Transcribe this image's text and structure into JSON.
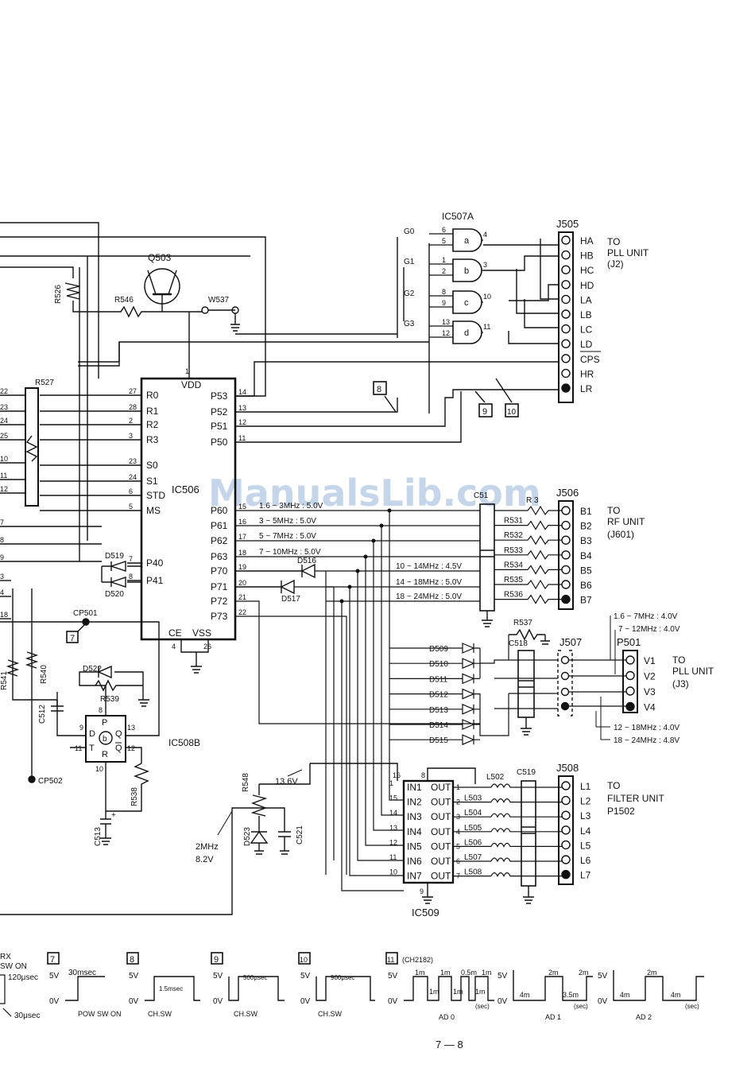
{
  "watermark": "ManualsLib.com",
  "page_number": "7 — 8",
  "ic506": {
    "name": "IC506",
    "left_pins": [
      "R0",
      "R1",
      "R2",
      "R3",
      "S0",
      "S1",
      "STD",
      "MS",
      "P40",
      "P41"
    ],
    "left_nums": [
      "27",
      "28",
      "2",
      "3",
      "23",
      "24",
      "6",
      "5",
      "7",
      "8"
    ],
    "right_pins": [
      "P53",
      "P52",
      "P51",
      "P50",
      "P60",
      "P61",
      "P62",
      "P63",
      "P70",
      "P71",
      "P72",
      "P73"
    ],
    "right_nums": [
      "14",
      "13",
      "12",
      "11",
      "15",
      "16",
      "17",
      "18",
      "19",
      "20",
      "21",
      "22"
    ],
    "top": "VDD",
    "top_num": "1",
    "bottom_left": "CE",
    "bottom_right": "VSS",
    "bottom_nums": [
      "4",
      "26"
    ]
  },
  "left_edge_numbers": [
    "22",
    "23",
    "24",
    "25",
    "10",
    "11",
    "12",
    "7",
    "8",
    "9",
    "3",
    "4",
    "18"
  ],
  "q503": "Q503",
  "parts": {
    "r526": "R526",
    "r546": "R546",
    "w537": "W537",
    "r527": "R527",
    "d519": "D519",
    "d520": "D520",
    "cp501": "CP501",
    "cp502": "CP502",
    "d522": "D522",
    "r539": "R539",
    "r541": "R541",
    "r540": "R540",
    "c512": "C512",
    "r538": "R538",
    "c513": "C513",
    "ic508b": "IC508B",
    "c51": "C51",
    "r3": "R 3",
    "r537": "R537",
    "c518": "C518",
    "d516": "D516",
    "d517": "D517",
    "r548": "R548",
    "d523": "D523",
    "c521": "C521",
    "c519": "C519",
    "l502": "L502",
    "ic509": "IC509",
    "ff_p": "P",
    "ff_r": "R",
    "ff_d": "D",
    "ff_t": "T",
    "ff_q": "Q",
    "ff_qbar": "Q",
    "ff_b": "b",
    "ff_pins": [
      "8",
      "9",
      "11",
      "13",
      "12",
      "10"
    ]
  },
  "ic507a": {
    "name": "IC507A",
    "gates": [
      "a",
      "b",
      "c",
      "d"
    ],
    "inputs": [
      "G0",
      "G1",
      "G2",
      "G3"
    ],
    "pin_in": [
      [
        "6",
        "5"
      ],
      [
        "1",
        "2"
      ],
      [
        "8",
        "9"
      ],
      [
        "13",
        "12"
      ]
    ],
    "pin_out": [
      "4",
      "3",
      "10",
      "11"
    ]
  },
  "j505": {
    "name": "J505",
    "pins": [
      "HA",
      "HB",
      "HC",
      "HD",
      "LA",
      "LB",
      "LC",
      "LD",
      "CPS",
      "HR",
      "LR"
    ],
    "dest": [
      "TO",
      "PLL UNIT",
      "(J2)"
    ]
  },
  "j506": {
    "name": "J506",
    "pins": [
      "B1",
      "B2",
      "B3",
      "B4",
      "B5",
      "B6",
      "B7"
    ],
    "resistors": [
      "R531",
      "R532",
      "R533",
      "R534",
      "R535",
      "R536"
    ],
    "dest": [
      "TO",
      "RF UNIT",
      "(J601)"
    ]
  },
  "band_labels": [
    "1.6 ~ 3MHz : 5.0V",
    "3 ~ 5MHz : 5.0V",
    "5 ~ 7MHz : 5.0V",
    "7 ~ 10MHz : 5.0V",
    "10 ~ 14MHz : 4.5V",
    "14 ~ 18MHz : 5.0V",
    "18 ~ 24MHz : 5.0V"
  ],
  "diodes_mid": [
    "D509",
    "D510",
    "D511",
    "D512",
    "D513",
    "D514",
    "D515"
  ],
  "j507": "J507",
  "p501": {
    "name": "P501",
    "pins": [
      "V1",
      "V2",
      "V3",
      "V4"
    ],
    "dest": [
      "TO",
      "PLL UNIT",
      "(J3)"
    ]
  },
  "p501_notes": [
    "1.6 ~ 7MHz : 4.0V",
    "7 ~ 12MHz : 4.0V",
    "12 ~ 18MHz : 4.0V",
    "18 ~ 24MHz : 4.8V"
  ],
  "ic509": {
    "in": [
      "IN1",
      "IN2",
      "IN3",
      "IN4",
      "IN5",
      "IN6",
      "IN7"
    ],
    "out": [
      "OUT",
      "OUT",
      "OUT",
      "OUT",
      "OUT",
      "OUT",
      "OUT"
    ],
    "in_nums": [
      "1",
      "15",
      "14",
      "13",
      "12",
      "11",
      "10"
    ],
    "out_nums": [
      "1",
      "2",
      "3",
      "4",
      "5",
      "6",
      "7"
    ],
    "top_nums": [
      "16",
      "8"
    ],
    "bottom_num": "9"
  },
  "inductors": [
    "L503",
    "L504",
    "L505",
    "L506",
    "L507",
    "L508"
  ],
  "j508": {
    "name": "J508",
    "pins": [
      "L1",
      "L2",
      "L3",
      "L4",
      "L5",
      "L6",
      "L7"
    ],
    "dest": [
      "TO",
      "FILTER UNIT",
      "P1502"
    ]
  },
  "voltages": {
    "v136": "13.6V",
    "v2mhz": "2MHz",
    "v82": "8.2V"
  },
  "markers": [
    "7",
    "8",
    "9",
    "10"
  ],
  "waveforms": {
    "rx": [
      "RX",
      "SW ON",
      "120μsec",
      "30μsec"
    ],
    "w7": {
      "box": "7",
      "v5": "5V",
      "v0": "0V",
      "t": "30msec",
      "caption": "POW SW ON"
    },
    "w8": {
      "box": "8",
      "v5": "5V",
      "v0": "0V",
      "t": "1.5msec",
      "caption": "CH.SW"
    },
    "w9": {
      "box": "9",
      "v5": "5V",
      "v0": "0V",
      "t": "500μsec",
      "caption": "CH.SW"
    },
    "w10": {
      "box": "10",
      "v5": "5V",
      "v0": "0V",
      "t": "900μsec",
      "caption": "CH.SW"
    },
    "w11": {
      "box": "11",
      "model": "(CH2182)",
      "v5": "5V",
      "v0": "0V",
      "ad0": [
        "1m",
        "1m",
        "0.5m",
        "1m",
        "1m",
        "1m",
        "1m"
      ],
      "ad0_cap": "AD 0",
      "ad1": [
        "2m",
        "2m",
        "4m",
        "3.5m"
      ],
      "ad1_cap": "AD 1",
      "ad2": [
        "2m",
        "4m",
        "4m"
      ],
      "ad2_cap": "AD 2",
      "sec": "(sec)"
    }
  }
}
